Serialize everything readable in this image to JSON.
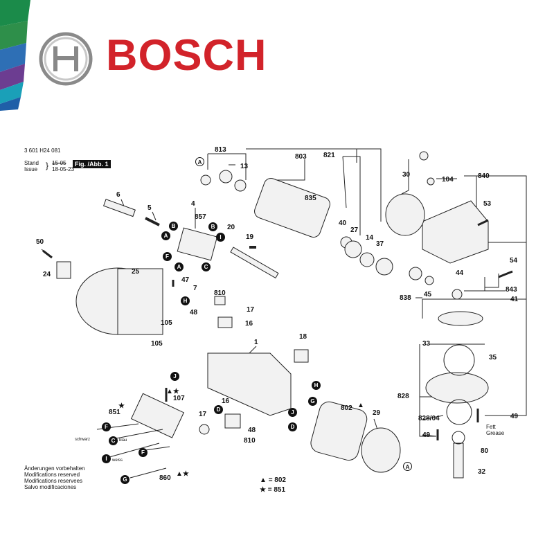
{
  "brand": {
    "name": "BOSCH",
    "logo_icon": "bosch-armature-icon",
    "stripe_colors": [
      "#1b8b4a",
      "#2e6fb5",
      "#6c3d91",
      "#1aa0b8",
      "#1f5fa8"
    ]
  },
  "header": {
    "part_number": "3 601 H24 081",
    "stand_label": "Stand",
    "issue_label": "Issue",
    "stand_value": "15-05",
    "issue_value": "18-05-23",
    "figure_label": "Fig. /Abb. 1"
  },
  "notes": [
    "Änderungen vorbehalten",
    "Modifications reserved",
    "Modifications reservees",
    "Salvo modificaciones"
  ],
  "legend": [
    {
      "symbol": "▲",
      "text": "= 802"
    },
    {
      "symbol": "★",
      "text": "= 851"
    }
  ],
  "part_labels": [
    "813",
    "13",
    "803",
    "821",
    "30",
    "104",
    "840",
    "835",
    "6",
    "5",
    "4",
    "857",
    "20",
    "19",
    "40",
    "27",
    "14",
    "37",
    "53",
    "50",
    "25",
    "24",
    "47",
    "7",
    "810",
    "17",
    "48",
    "16",
    "105",
    "105",
    "1",
    "18",
    "44",
    "54",
    "843",
    "41",
    "838",
    "45",
    "33",
    "35",
    "828",
    "107",
    "851",
    "16",
    "17",
    "48",
    "810",
    "802",
    "29",
    "828/04",
    "49",
    "49",
    "80",
    "32",
    "860"
  ],
  "wire_labels": [
    "schwarz",
    "blau",
    "weiss"
  ],
  "grease_label": [
    "Fett",
    "Grease"
  ],
  "ref_letters": [
    "A",
    "B",
    "B",
    "A",
    "I",
    "F",
    "A",
    "C",
    "H",
    "J",
    "F",
    "C",
    "I",
    "F",
    "G",
    "H",
    "G",
    "J",
    "D",
    "A",
    "D"
  ]
}
